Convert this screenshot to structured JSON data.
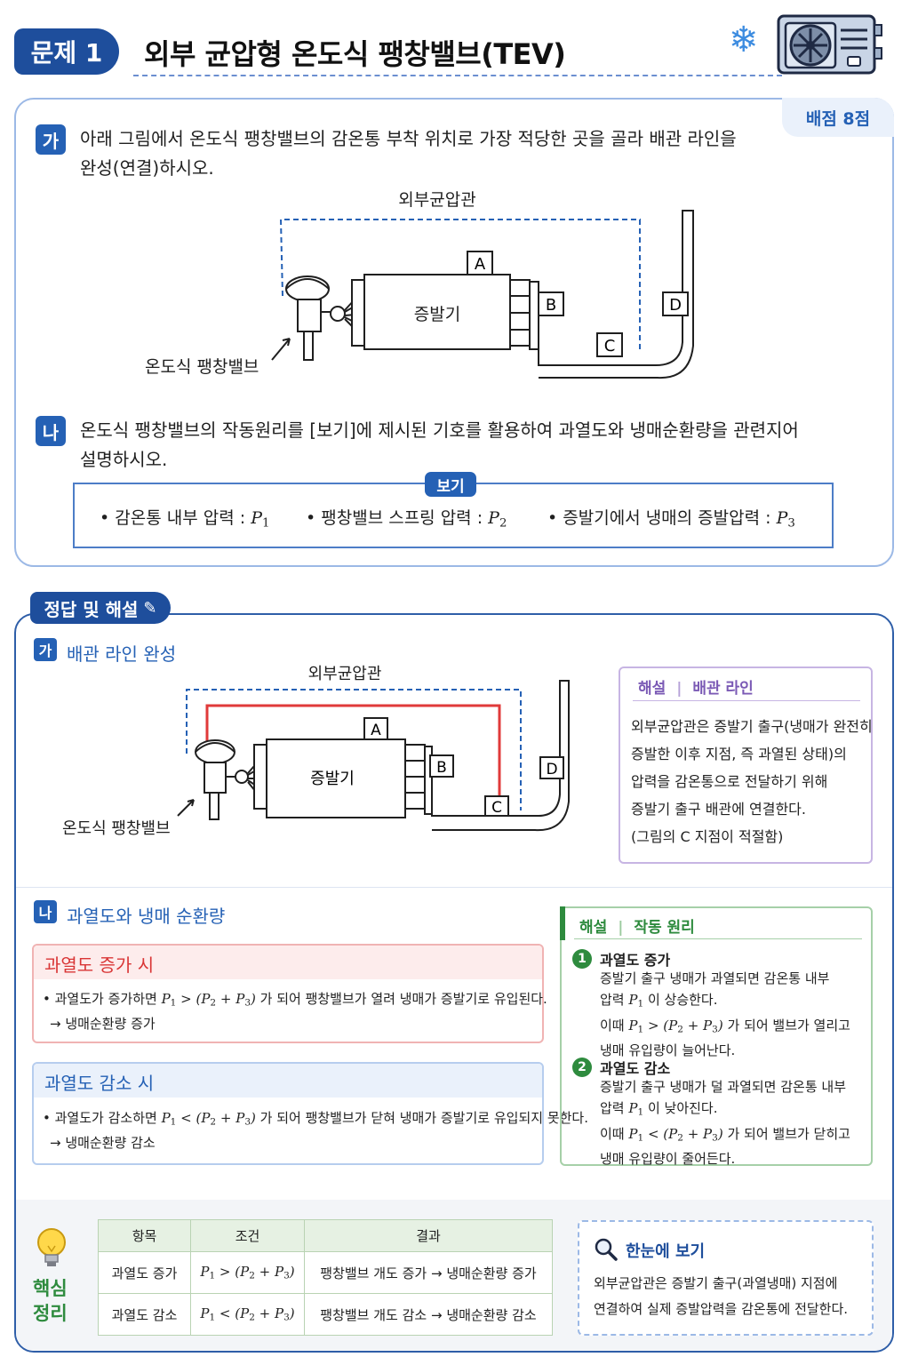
{
  "header": {
    "badge": "문제 1",
    "title": "외부 균압형 온도식 팽창밸브(TEV)"
  },
  "question": {
    "score": "배점 8점",
    "part_a": {
      "badge": "가",
      "line1": "아래 그림에서 온도식 팽창밸브의 감온통 부착 위치로 가장 적당한 곳을 골라 배관 라인을",
      "line2": "완성(연결)하시오."
    },
    "diagram": {
      "equalizer_label": "외부균압관",
      "evaporator_label": "증발기",
      "valve_label": "온도식 팽창밸브",
      "point_a": "A",
      "point_b": "B",
      "point_c": "C",
      "point_d": "D"
    },
    "part_b": {
      "badge": "나",
      "line1": "온도식 팽창밸브의 작동원리를 [보기]에 제시된 기호를 활용하여 과열도와 냉매순환량을 관련지어",
      "line2": "설명하시오."
    },
    "bogi": {
      "tag": "보기",
      "items": [
        {
          "text": "감온통 내부 압력 :",
          "sym": "P",
          "sub": "1"
        },
        {
          "text": "팽창밸브 스프링 압력 :",
          "sym": "P",
          "sub": "2"
        },
        {
          "text": "증발기에서 냉매의 증발압력 :",
          "sym": "P",
          "sub": "3"
        }
      ]
    }
  },
  "answer": {
    "tag": "정답 및 해설",
    "part_a": {
      "badge": "가",
      "heading": "배관 라인 완성",
      "explain_title_1": "해설",
      "explain_title_2": "배관 라인",
      "explain_lines": [
        "외부균압관은 증발기 출구(냉매가 완전히",
        "증발한 이후 지점, 즉 과열된 상태)의",
        "압력을 감온통으로 전달하기 위해",
        "증발기 출구 배관에 연결한다.",
        "(그림의 C 지점이 적절함)"
      ]
    },
    "part_b": {
      "badge": "나",
      "heading": "과열도와 냉매 순환량",
      "increase": {
        "title": "과열도 증가 시",
        "pre": "과열도가 증가하면",
        "post": "가 되어 팽창밸브가 열려 냉매가 증발기로 유입된다.",
        "result": "→ 냉매순환량 증가"
      },
      "decrease": {
        "title": "과열도 감소 시",
        "pre": "과열도가 감소하면",
        "post": "가 되어 팽창밸브가 닫혀 냉매가 증발기로 유입되지 못한다.",
        "result": "→ 냉매순환량 감소"
      },
      "work": {
        "title_1": "해설",
        "title_2": "작동 원리",
        "item1_head": "과열도 증가",
        "item1_l1": "증발기 출구 냉매가 과열되면 감온통 내부",
        "item1_l2a": "압력",
        "item1_l2b": "이 상승한다.",
        "item1_l3a": "이때",
        "item1_l3b": "가 되어 밸브가 열리고",
        "item1_l4": "냉매 유입량이 늘어난다.",
        "item2_head": "과열도 감소",
        "item2_l1": "증발기 출구 냉매가 덜 과열되면 감온통 내부",
        "item2_l2a": "압력",
        "item2_l2b": "이 낮아진다.",
        "item2_l3a": "이때",
        "item2_l3b": "가 되어 밸브가 닫히고",
        "item2_l4": "냉매 유입량이 줄어든다."
      }
    }
  },
  "summary": {
    "label_1": "핵심",
    "label_2": "정리",
    "headers": [
      "항목",
      "조건",
      "결과"
    ],
    "rows": [
      {
        "item": "과열도 증가",
        "result": "팽창밸브 개도 증가 → 냉매순환량 증가"
      },
      {
        "item": "과열도 감소",
        "result": "팽창밸브 개도 감소 → 냉매순환량 감소"
      }
    ],
    "glance_title": "한눈에 보기",
    "glance_l1": "외부균압관은 증발기 출구(과열냉매) 지점에",
    "glance_l2": "연결하여 실제 증발압력을 감온통에 전달한다."
  },
  "colors": {
    "primary": "#1e4e9c",
    "accent_blue": "#2561b5",
    "red": "#e03a3a",
    "green": "#2e8b3e",
    "purple": "#7b5ab5"
  }
}
